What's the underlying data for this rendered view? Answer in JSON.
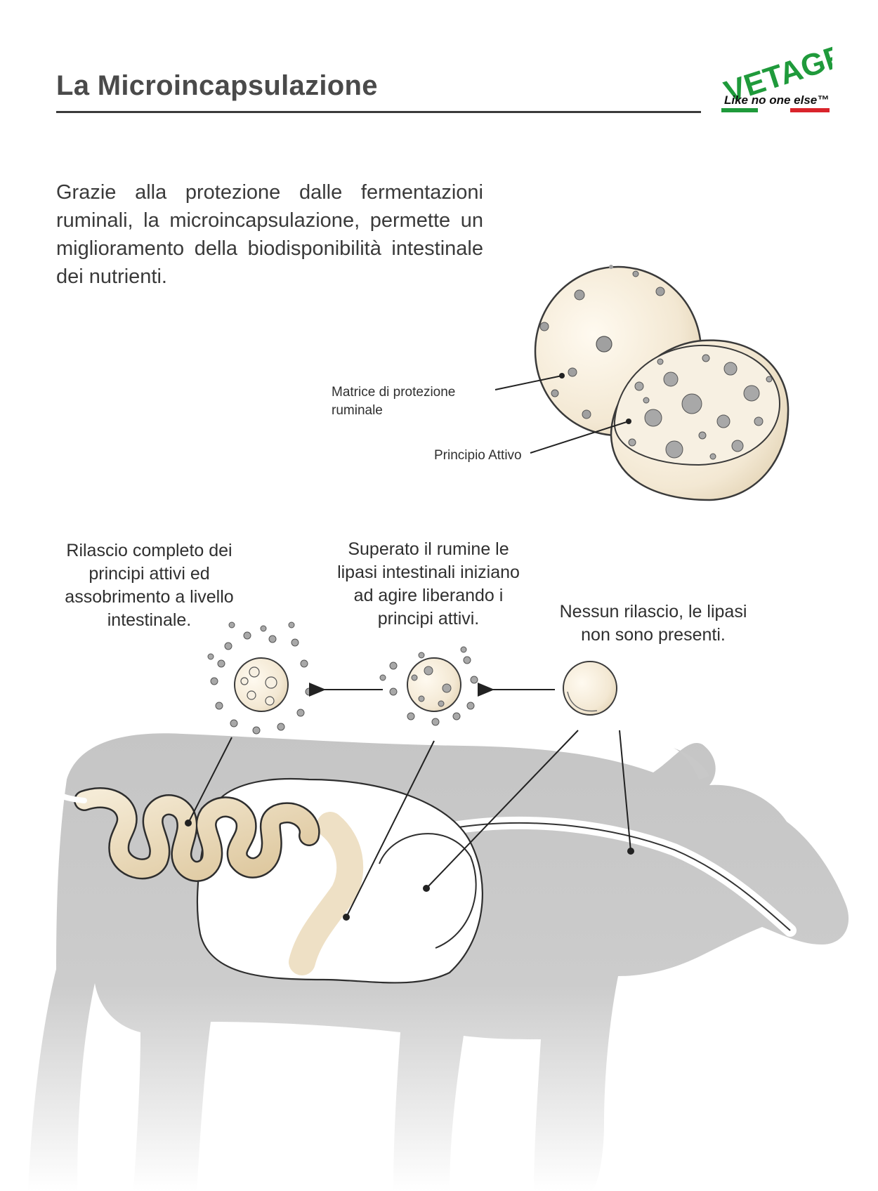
{
  "header": {
    "title": "La Microincapsulazione"
  },
  "logo": {
    "wordmark": "VETAGRO",
    "tagline": "Like no one else",
    "colors": {
      "green": "#1f9a3b",
      "red": "#d9242b",
      "black": "#111111"
    }
  },
  "intro": {
    "text": "Grazie alla protezione dalle fermentazioni ruminali, la microincapsulazione, permette un miglioramento della biodisponibilità intestinale dei nutrienti."
  },
  "capsule": {
    "label_matrix": "Matrice di protezione ruminale",
    "label_active": "Principio Attivo"
  },
  "stages": [
    {
      "text": "Rilascio completo dei principi attivi ed assobrimento a livello intestinale."
    },
    {
      "text": "Superato il rumine le lipasi intestinali iniziano ad agire liberando i principi attivi."
    },
    {
      "text": "Nessun rilascio, le lipasi non sono presenti."
    }
  ],
  "colors": {
    "silhouette": "#c8c8c8",
    "capsule_fill": "#f3ead8",
    "gut_fill": "#e8d6b2",
    "particle": "#a7a7a7"
  }
}
